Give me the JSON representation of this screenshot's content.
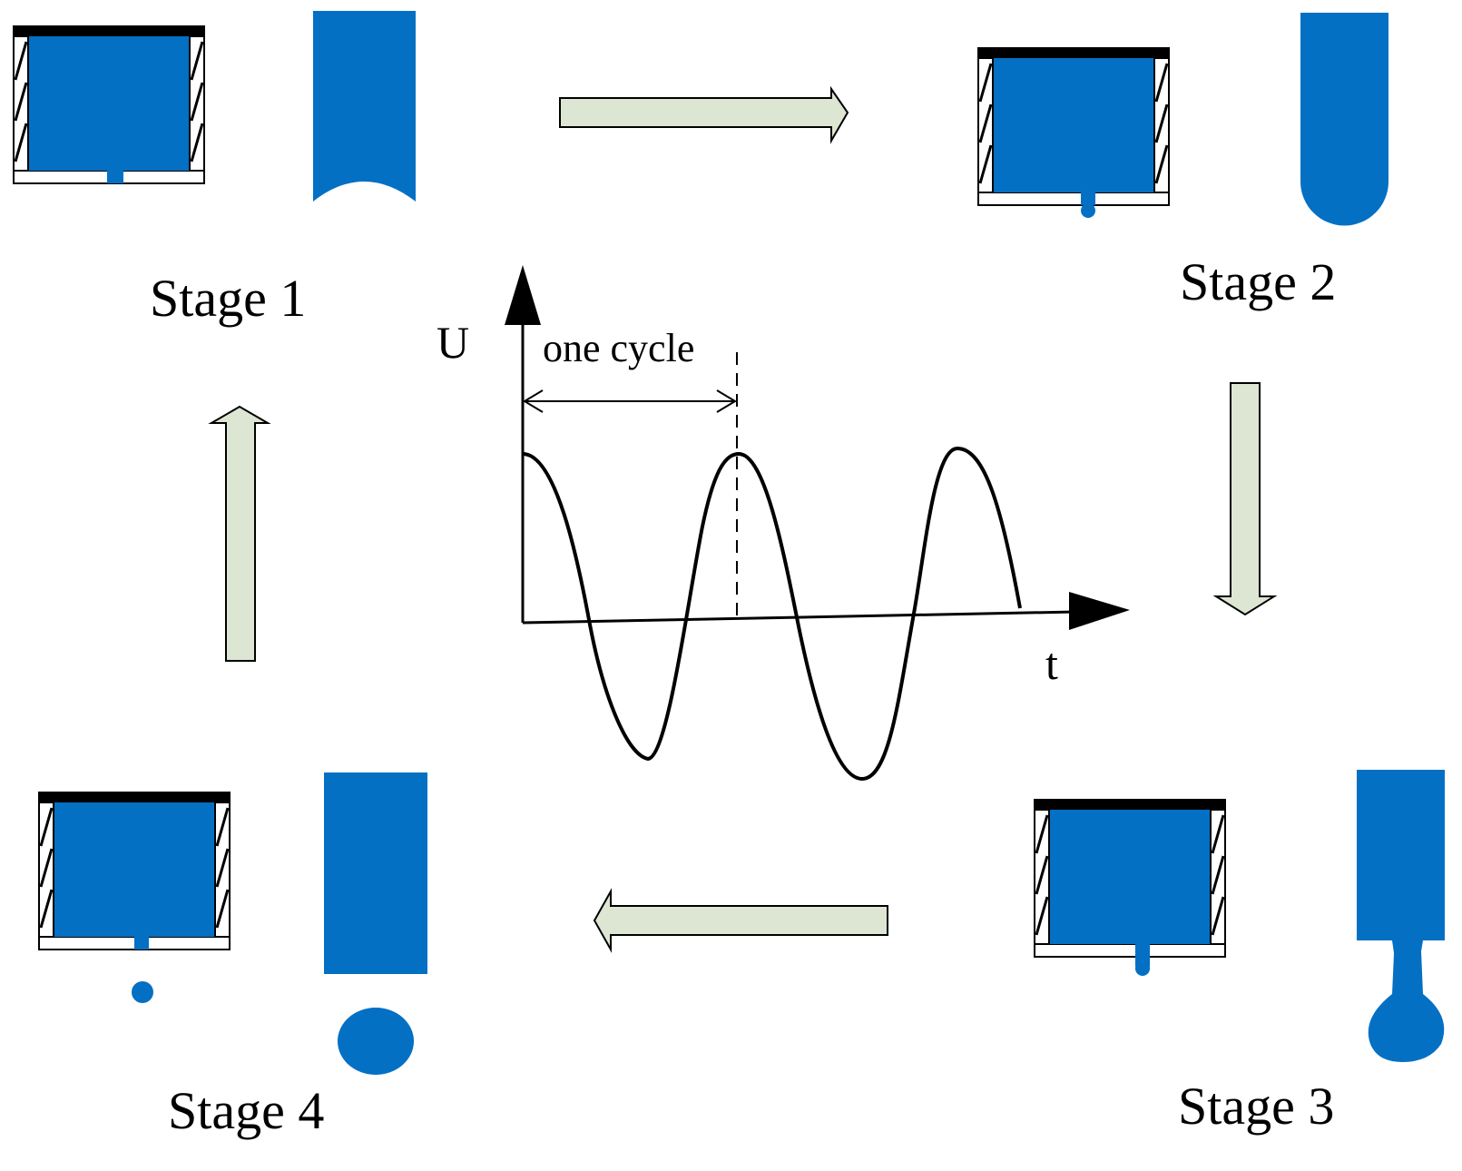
{
  "colors": {
    "liquid": "#0370c4",
    "arrow_fill": "#dde6d2",
    "line": "#000000",
    "background": "#ffffff"
  },
  "stages": [
    {
      "id": "stage-1",
      "label": "Stage 1"
    },
    {
      "id": "stage-2",
      "label": "Stage 2"
    },
    {
      "id": "stage-3",
      "label": "Stage 3"
    },
    {
      "id": "stage-4",
      "label": "Stage 4"
    }
  ],
  "graph": {
    "y_axis_label": "U",
    "x_axis_label": "t",
    "annotation": "one cycle"
  }
}
